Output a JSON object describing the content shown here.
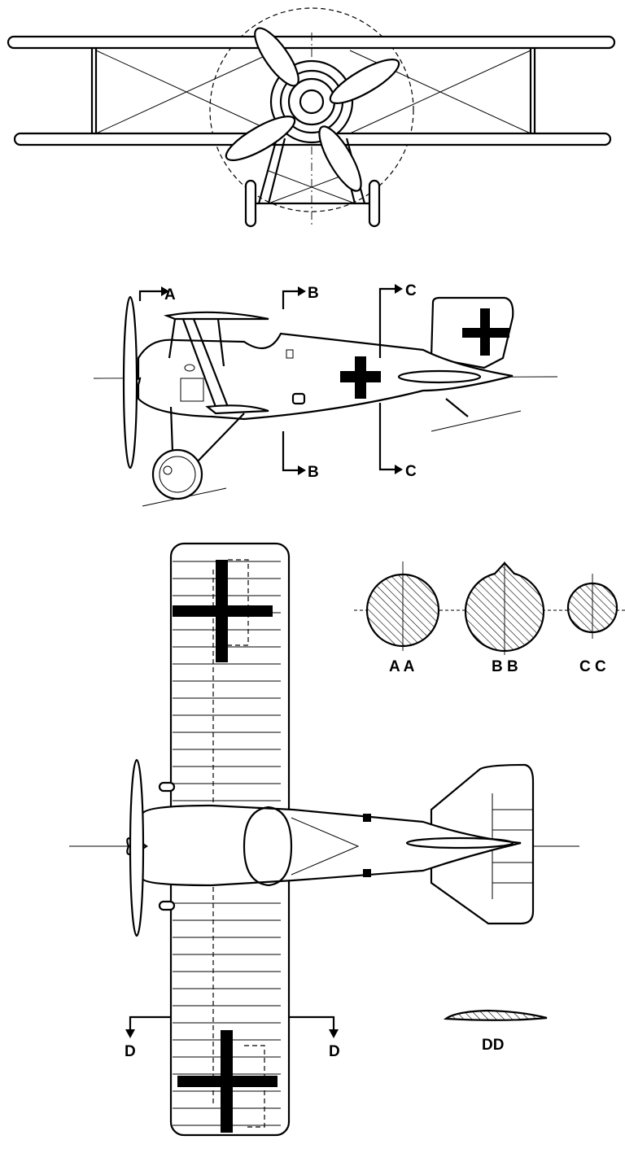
{
  "drawing": {
    "section_markers": {
      "a": "A",
      "b_top": "B",
      "b_bottom": "B",
      "c_top": "C",
      "c_bottom": "C",
      "d_left": "D",
      "d_right": "D"
    },
    "section_labels": {
      "aa": "A A",
      "bb": "B B",
      "cc": "C C",
      "dd": "DD"
    },
    "colors": {
      "ink": "#000000",
      "paper": "#ffffff"
    }
  }
}
